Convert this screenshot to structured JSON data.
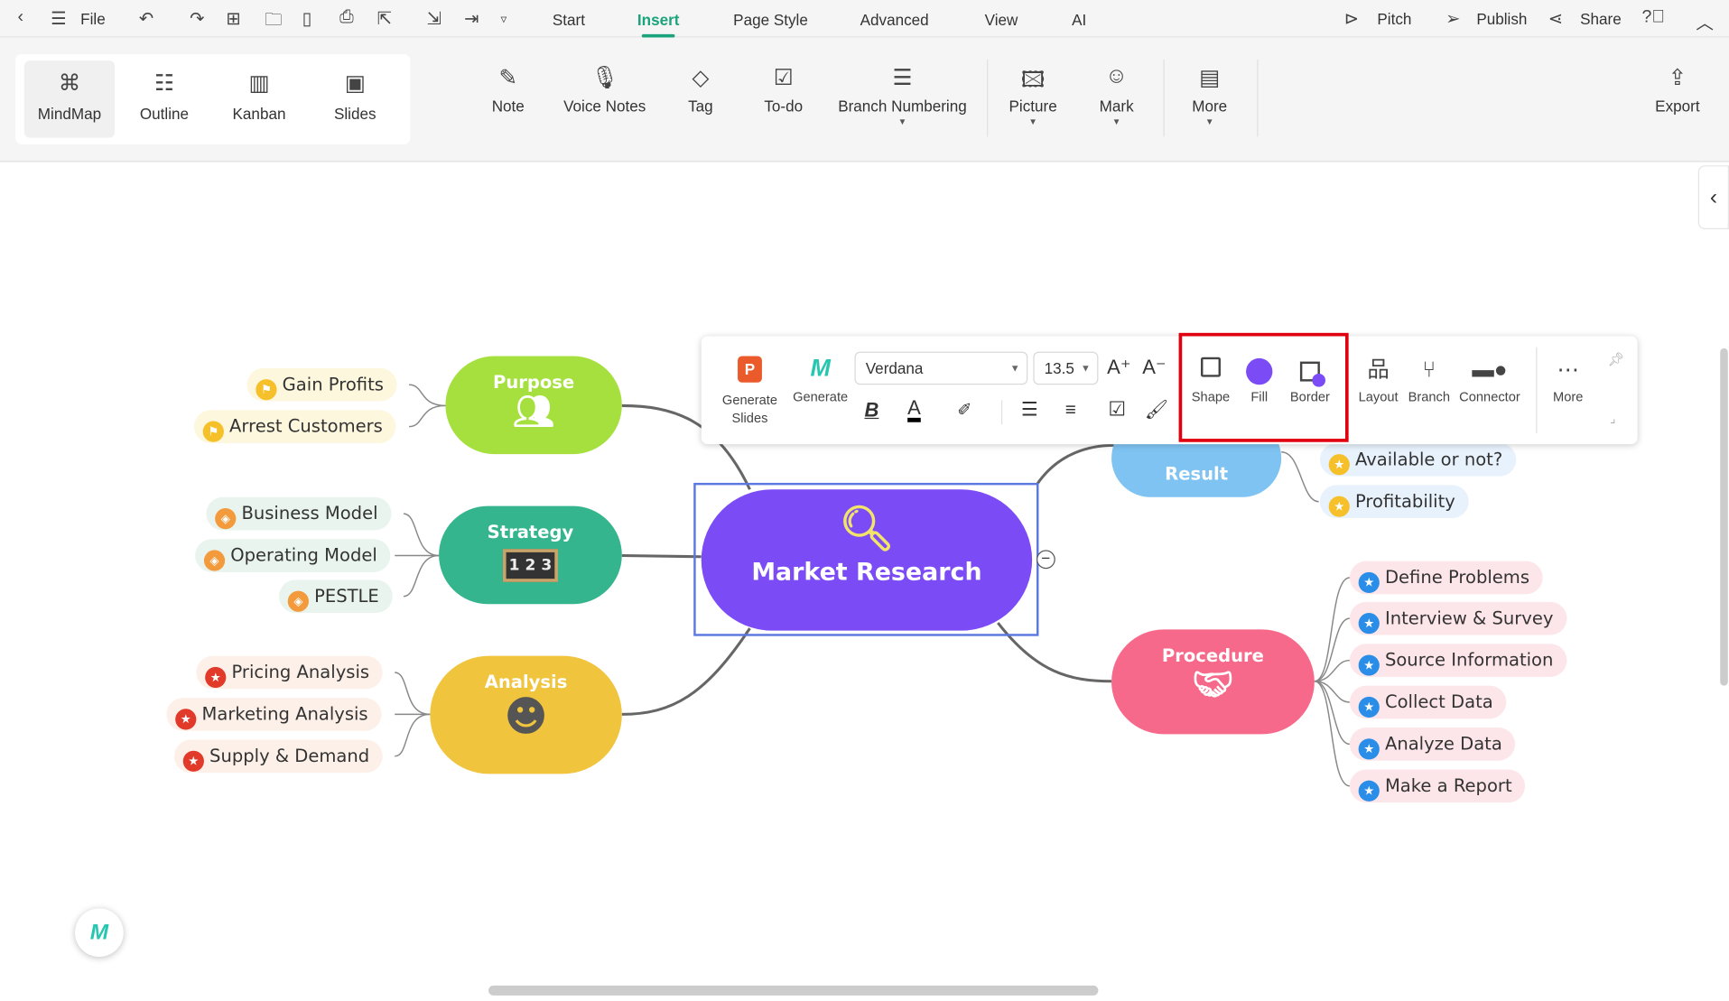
{
  "topbar": {
    "file": "File",
    "tabs": [
      "Start",
      "Insert",
      "Page Style",
      "Advanced",
      "View",
      "AI"
    ],
    "active_tab": "Insert",
    "pitch": "Pitch",
    "publish": "Publish",
    "share": "Share"
  },
  "views": [
    "MindMap",
    "Outline",
    "Kanban",
    "Slides"
  ],
  "ribbon": {
    "note": "Note",
    "voice": "Voice Notes",
    "tag": "Tag",
    "todo": "To-do",
    "branch_numbering": "Branch Numbering",
    "picture": "Picture",
    "mark": "Mark",
    "more": "More",
    "export": "Export"
  },
  "toolbar": {
    "generate_slides": "Generate Slides",
    "generate": "Generate",
    "font": "Verdana",
    "size": "13.5",
    "shape": "Shape",
    "fill": "Fill",
    "border": "Border",
    "layout": "Layout",
    "branch": "Branch",
    "connector": "Connector",
    "more": "More"
  },
  "colors": {
    "accent": "#1ba37b",
    "central": "#7b4cf5",
    "purpose": "#a6e03f",
    "strategy": "#35b58e",
    "analysis": "#f0c43c",
    "result": "#7fc3f2",
    "procedure": "#f7698a",
    "highlight": "#e0000f"
  },
  "map": {
    "central": "Market Research",
    "purpose": {
      "title": "Purpose",
      "items": [
        "Gain Profits",
        "Arrest Customers"
      ]
    },
    "strategy": {
      "title": "Strategy",
      "items": [
        "Business Model",
        "Operating Model",
        "PESTLE"
      ]
    },
    "analysis": {
      "title": "Analysis",
      "items": [
        "Pricing Analysis",
        "Marketing Analysis",
        "Supply & Demand"
      ]
    },
    "result": {
      "title": "Result",
      "items": [
        "Available or not?",
        "Profitability"
      ]
    },
    "procedure": {
      "title": "Procedure",
      "items": [
        "Define Problems",
        "Interview & Survey",
        "Source Information",
        "Collect Data",
        "Analyze Data",
        "Make a Report"
      ]
    }
  }
}
